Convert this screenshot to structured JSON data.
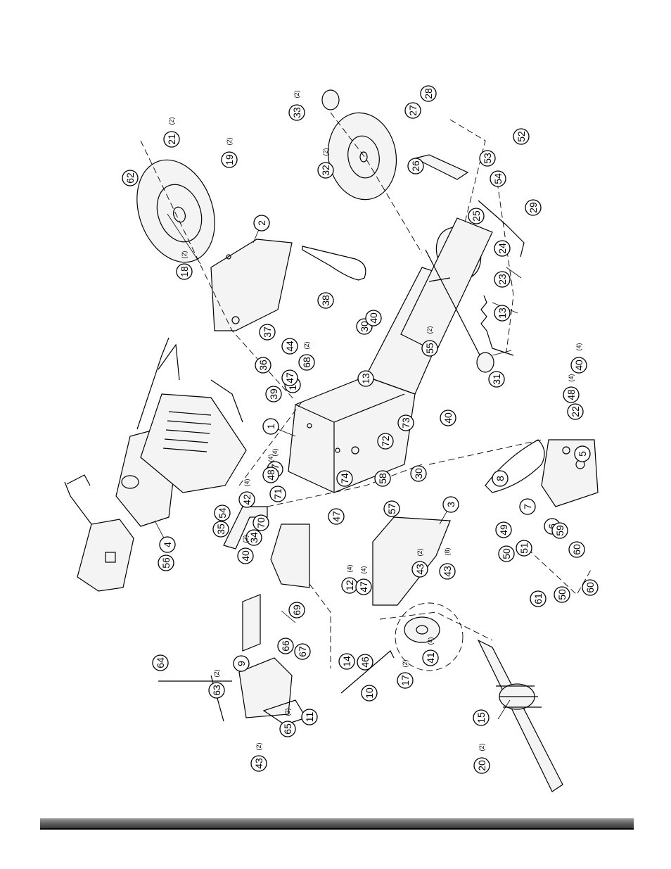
{
  "diagram": {
    "callouts": [
      {
        "num": "1",
        "qty": ""
      },
      {
        "num": "2",
        "qty": ""
      },
      {
        "num": "3",
        "qty": ""
      },
      {
        "num": "4",
        "qty": ""
      },
      {
        "num": "5",
        "qty": ""
      },
      {
        "num": "6",
        "qty": ""
      },
      {
        "num": "7",
        "qty": ""
      },
      {
        "num": "8",
        "qty": ""
      },
      {
        "num": "9",
        "qty": ""
      },
      {
        "num": "10",
        "qty": ""
      },
      {
        "num": "11",
        "qty": ""
      },
      {
        "num": "12",
        "qty": "(4)"
      },
      {
        "num": "13",
        "qty": ""
      },
      {
        "num": "13",
        "qty": ""
      },
      {
        "num": "14",
        "qty": ""
      },
      {
        "num": "15",
        "qty": ""
      },
      {
        "num": "16",
        "qty": ""
      },
      {
        "num": "17",
        "qty": "(2)"
      },
      {
        "num": "18",
        "qty": "(2)"
      },
      {
        "num": "19",
        "qty": "(2)"
      },
      {
        "num": "20",
        "qty": "(2)"
      },
      {
        "num": "21",
        "qty": "(2)"
      },
      {
        "num": "22",
        "qty": ""
      },
      {
        "num": "23",
        "qty": ""
      },
      {
        "num": "24",
        "qty": ""
      },
      {
        "num": "25",
        "qty": ""
      },
      {
        "num": "26",
        "qty": ""
      },
      {
        "num": "27",
        "qty": ""
      },
      {
        "num": "28",
        "qty": ""
      },
      {
        "num": "29",
        "qty": ""
      },
      {
        "num": "30",
        "qty": ""
      },
      {
        "num": "30",
        "qty": ""
      },
      {
        "num": "31",
        "qty": ""
      },
      {
        "num": "32",
        "qty": "(2)"
      },
      {
        "num": "33",
        "qty": "(2)"
      },
      {
        "num": "34",
        "qty": ""
      },
      {
        "num": "35",
        "qty": ""
      },
      {
        "num": "36",
        "qty": ""
      },
      {
        "num": "37",
        "qty": ""
      },
      {
        "num": "38",
        "qty": ""
      },
      {
        "num": "39",
        "qty": ""
      },
      {
        "num": "40",
        "qty": ""
      },
      {
        "num": "40",
        "qty": ""
      },
      {
        "num": "40",
        "qty": "(2)"
      },
      {
        "num": "40",
        "qty": "(4)"
      },
      {
        "num": "41",
        "qty": "(4)"
      },
      {
        "num": "42",
        "qty": "(4)"
      },
      {
        "num": "43",
        "qty": "(8)"
      },
      {
        "num": "43",
        "qty": "(2)"
      },
      {
        "num": "43",
        "qty": "(2)"
      },
      {
        "num": "44",
        "qty": ""
      },
      {
        "num": "46",
        "qty": ""
      },
      {
        "num": "47",
        "qty": ""
      },
      {
        "num": "47",
        "qty": "(4)"
      },
      {
        "num": "47",
        "qty": ""
      },
      {
        "num": "47",
        "qty": "(4)"
      },
      {
        "num": "48",
        "qty": "(4)"
      },
      {
        "num": "48",
        "qty": "(4)"
      },
      {
        "num": "49",
        "qty": ""
      },
      {
        "num": "50",
        "qty": ""
      },
      {
        "num": "50",
        "qty": ""
      },
      {
        "num": "51",
        "qty": ""
      },
      {
        "num": "52",
        "qty": ""
      },
      {
        "num": "53",
        "qty": ""
      },
      {
        "num": "54",
        "qty": ""
      },
      {
        "num": "54",
        "qty": ""
      },
      {
        "num": "55",
        "qty": "(2)"
      },
      {
        "num": "56",
        "qty": ""
      },
      {
        "num": "57",
        "qty": ""
      },
      {
        "num": "58",
        "qty": ""
      },
      {
        "num": "59",
        "qty": ""
      },
      {
        "num": "60",
        "qty": ""
      },
      {
        "num": "60",
        "qty": ""
      },
      {
        "num": "61",
        "qty": ""
      },
      {
        "num": "62",
        "qty": ""
      },
      {
        "num": "63",
        "qty": "(2)"
      },
      {
        "num": "64",
        "qty": ""
      },
      {
        "num": "65",
        "qty": "(2)"
      },
      {
        "num": "66",
        "qty": ""
      },
      {
        "num": "67",
        "qty": ""
      },
      {
        "num": "68",
        "qty": "(2)"
      },
      {
        "num": "69",
        "qty": ""
      },
      {
        "num": "70",
        "qty": ""
      },
      {
        "num": "71",
        "qty": ""
      },
      {
        "num": "72",
        "qty": ""
      },
      {
        "num": "73",
        "qty": ""
      },
      {
        "num": "74",
        "qty": ""
      },
      {
        "num": "74",
        "qty": ""
      }
    ]
  },
  "colors": {
    "line": "#000000",
    "paper": "#ffffff",
    "footer_bar": "#5c5c5c"
  }
}
